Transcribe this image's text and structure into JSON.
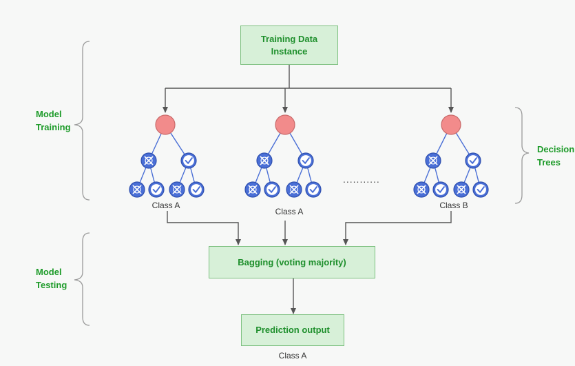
{
  "diagram": {
    "colors": {
      "box_fill": "#d7f0d8",
      "box_border": "#7cc07f",
      "label_green": "#1e9b2a",
      "root_node": "#f28b8b",
      "leaf_node": "#4a6fd6",
      "arrow": "#555555",
      "brace": "#9a9a9a"
    },
    "training_box": "Training Data\nInstance",
    "bagging_box": "Bagging (voting majority)",
    "prediction_box": "Prediction output",
    "final_class": "Class A",
    "side_labels": {
      "model_training": "Model\nTraining",
      "model_testing": "Model\nTesting",
      "decision_trees": "Decision\nTrees"
    },
    "trees": [
      {
        "class_label": "Class A"
      },
      {
        "class_label": "Class A"
      },
      {
        "class_label": "Class B"
      }
    ],
    "ellipsis": "...........",
    "node_icons": [
      "cross-icon",
      "check-icon"
    ]
  }
}
